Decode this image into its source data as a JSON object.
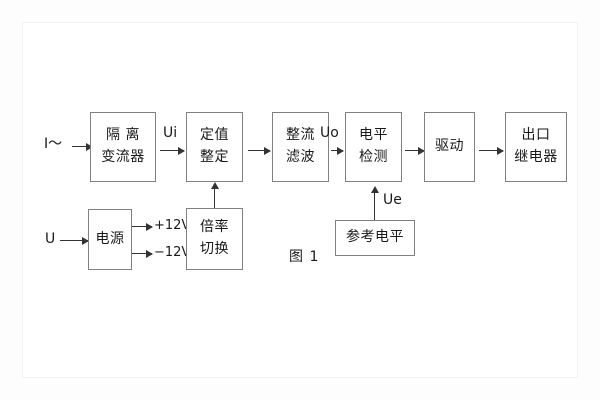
{
  "figure": {
    "caption": "图 1",
    "title_blocks": [
      {
        "id": "isolation-ct",
        "lines": [
          "隔 离",
          "变流器"
        ]
      },
      {
        "id": "setting",
        "lines": [
          "定值",
          "整定"
        ]
      },
      {
        "id": "rectify-filter",
        "lines": [
          "整流",
          "滤波"
        ]
      },
      {
        "id": "level-detect",
        "lines": [
          "电平",
          "检测"
        ]
      },
      {
        "id": "driver",
        "lines": [
          "驱动"
        ]
      },
      {
        "id": "output-relay",
        "lines": [
          "出口",
          "继电器"
        ]
      },
      {
        "id": "power-supply",
        "lines": [
          "电源"
        ]
      },
      {
        "id": "multiplier-switch",
        "lines": [
          "倍率",
          "切换"
        ]
      },
      {
        "id": "reference-level",
        "lines": [
          "参考电平"
        ]
      }
    ]
  },
  "blocks": {
    "isolation_ct": {
      "line1": "隔 离",
      "line2": "变流器"
    },
    "setting": {
      "line1": "定值",
      "line2": "整定"
    },
    "rectify_filter": {
      "line1": "整流",
      "line2": "滤波"
    },
    "level_detect": {
      "line1": "电平",
      "line2": "检测"
    },
    "driver": {
      "line1": "驱动"
    },
    "output_relay": {
      "line1": "出口",
      "line2": "继电器"
    },
    "power_supply": {
      "line1": "电源"
    },
    "multiplier_switch": {
      "line1": "倍率",
      "line2": "切换"
    },
    "reference_level": {
      "line1": "参考电平"
    }
  },
  "signals": {
    "current_input": "I～",
    "voltage_input": "U",
    "ui": "Ui",
    "uo": "Uo",
    "ue": "Ue",
    "rail_positive": "+12V",
    "rail_negative": "−12V"
  },
  "colors": {
    "box_border": "#808080",
    "line": "#333333",
    "text": "#1a1a1a",
    "background": "#ffffff"
  }
}
